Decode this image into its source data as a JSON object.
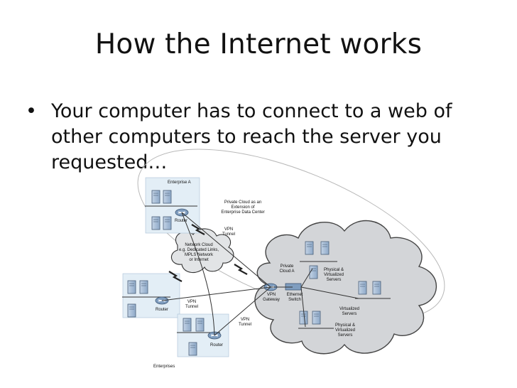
{
  "slide": {
    "title": "How the Internet works",
    "bullet_char": "•",
    "bullet_text": "Your computer has to connect to a web of other computers to reach the server you requested…"
  },
  "diagram": {
    "labels": {
      "enterprise_a": "Enterprise A",
      "private_cloud_ext": [
        "Private Cloud as an",
        "Extension of",
        "Enterprise Data Center"
      ],
      "vpn_tunnel_top": [
        "VPN",
        "Tunnel"
      ],
      "router_a": "Router",
      "network_cloud": [
        "Network Cloud",
        "e.g. Dedicated Links,",
        "MPLS Network",
        "or Internet"
      ],
      "private_cloud_a": [
        "Private",
        "Cloud A"
      ],
      "physical_virtualized_top": [
        "Physical &",
        "Virtualized",
        "Servers"
      ],
      "vpn_gateway": [
        "VPN",
        "Gateway"
      ],
      "ethernet_switch": [
        "Ethernet",
        "Switch"
      ],
      "virtualized_servers": [
        "Virtualized",
        "Servers"
      ],
      "physical_virtualized_bottom": [
        "Physical &",
        "Virtualized",
        "Servers"
      ],
      "router_left": "Router",
      "vpn_tunnel_left": [
        "VPN",
        "Tunnel"
      ],
      "vpn_tunnel_bottom": [
        "VPN",
        "Tunnel"
      ],
      "router_bottom": "Router",
      "enterprises": "Enterprises"
    },
    "colors": {
      "cloud_fill": "#d4d6d9",
      "box_fill": "#dcebf5",
      "server_fill": "#9fb8d3",
      "router_fill": "#8aa6c4",
      "ellipse_stroke": "#b9b9b9"
    }
  }
}
